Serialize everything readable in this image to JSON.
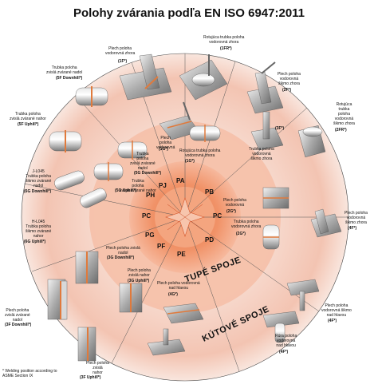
{
  "title": "Polohy zvárania podľa EN ISO 6947:2011",
  "ring": {
    "PA": "PA",
    "PB": "PB",
    "PC_r": "PC",
    "PD": "PD",
    "PE": "PE",
    "PF": "PF",
    "PG": "PG",
    "PC_l": "PC",
    "PH": "PH",
    "PJ": "PJ"
  },
  "big": {
    "tupe": "TUPÉ SPOJE",
    "kutove": "KÚTOVÉ SPOJE"
  },
  "footnote": "* Welding position according to\nASME Section IX",
  "labels": {
    "l1": "Plech poloha\nvodorovná zhora",
    "c1": "(1F*)",
    "l2": "Rotujúca trubka poloha\nvodorovná zhora",
    "c2": "(1FR*)",
    "l3": "Plech poloha\nvodorovná\nšikmo zhora",
    "c3": "(2F*)",
    "l4": "Rotujúca\ntrubka\npoloha\nvodorovná\nšikmo zhora",
    "c4": "(2FR*)",
    "l5": "Trubka poloha\nzvislá  zvárané nadol",
    "c5": "(5F Downhill*)",
    "l6": "Trubka poloha\nzvislá zvárané nahor",
    "c6": "(5F Uphill*)",
    "l7": "Plech\npoloha\nvodorovná\n",
    "c7": "(1G*)",
    "l8": "Rotujúca trubka poloha\nvodorovná zhora",
    "c8": "(1G*)",
    "l9": "Trubka\npoloha\nzvislá  zvárané\nnadol",
    "c9": "(5G Downhill*)",
    "l10": "Trubka\npoloha\nzvislá  zvárané nahor",
    "c10": "(5G Uphill*)",
    "c11": "(3F*)",
    "l12": "Trubka poloha\nvodorovná\nšikmo zhora",
    "l13": "J-L045\nTrubka poloha\nšikmo zvárané\nnadol",
    "c13": "(6G Downhill*)",
    "l14": "H-L045\nTrubka poloha\nšikmo zvárané\nnahor",
    "c14": "(6G Uphill*)",
    "l15": "Plech poloha\nvodorovná",
    "c15": "(2G*)",
    "l16": "Trubka poloha\nvodorovná zhora",
    "c16": "(2G*)",
    "l17": "Plech poloha\nvodorovná\nšikmo zhora",
    "c17": "(4F*)",
    "l18": "Plech poloha zvislá\nnadol",
    "c18": "(3G Downhill*)",
    "l19": "Plech poloha\nzvislá nahor",
    "c19": "(3G Uphill*)",
    "l20": "Plech poloha vodorovná\nnad hlavou",
    "c20": "(4G*)",
    "l21": "Plech poloha\nvodorovná šikmo\nnad hlavou",
    "c21": "(4F*)",
    "l22": "Rúra poloha\nvodorovná\nnad hlavou",
    "c22": "(4F*)",
    "l23": "Plech poloha\nzvislá zvárané\nnadol",
    "c23": "(3F Downhill*)",
    "l24": "Plech poloha\nzvislá\nnahor",
    "c24": "(3F Uphill*)"
  }
}
